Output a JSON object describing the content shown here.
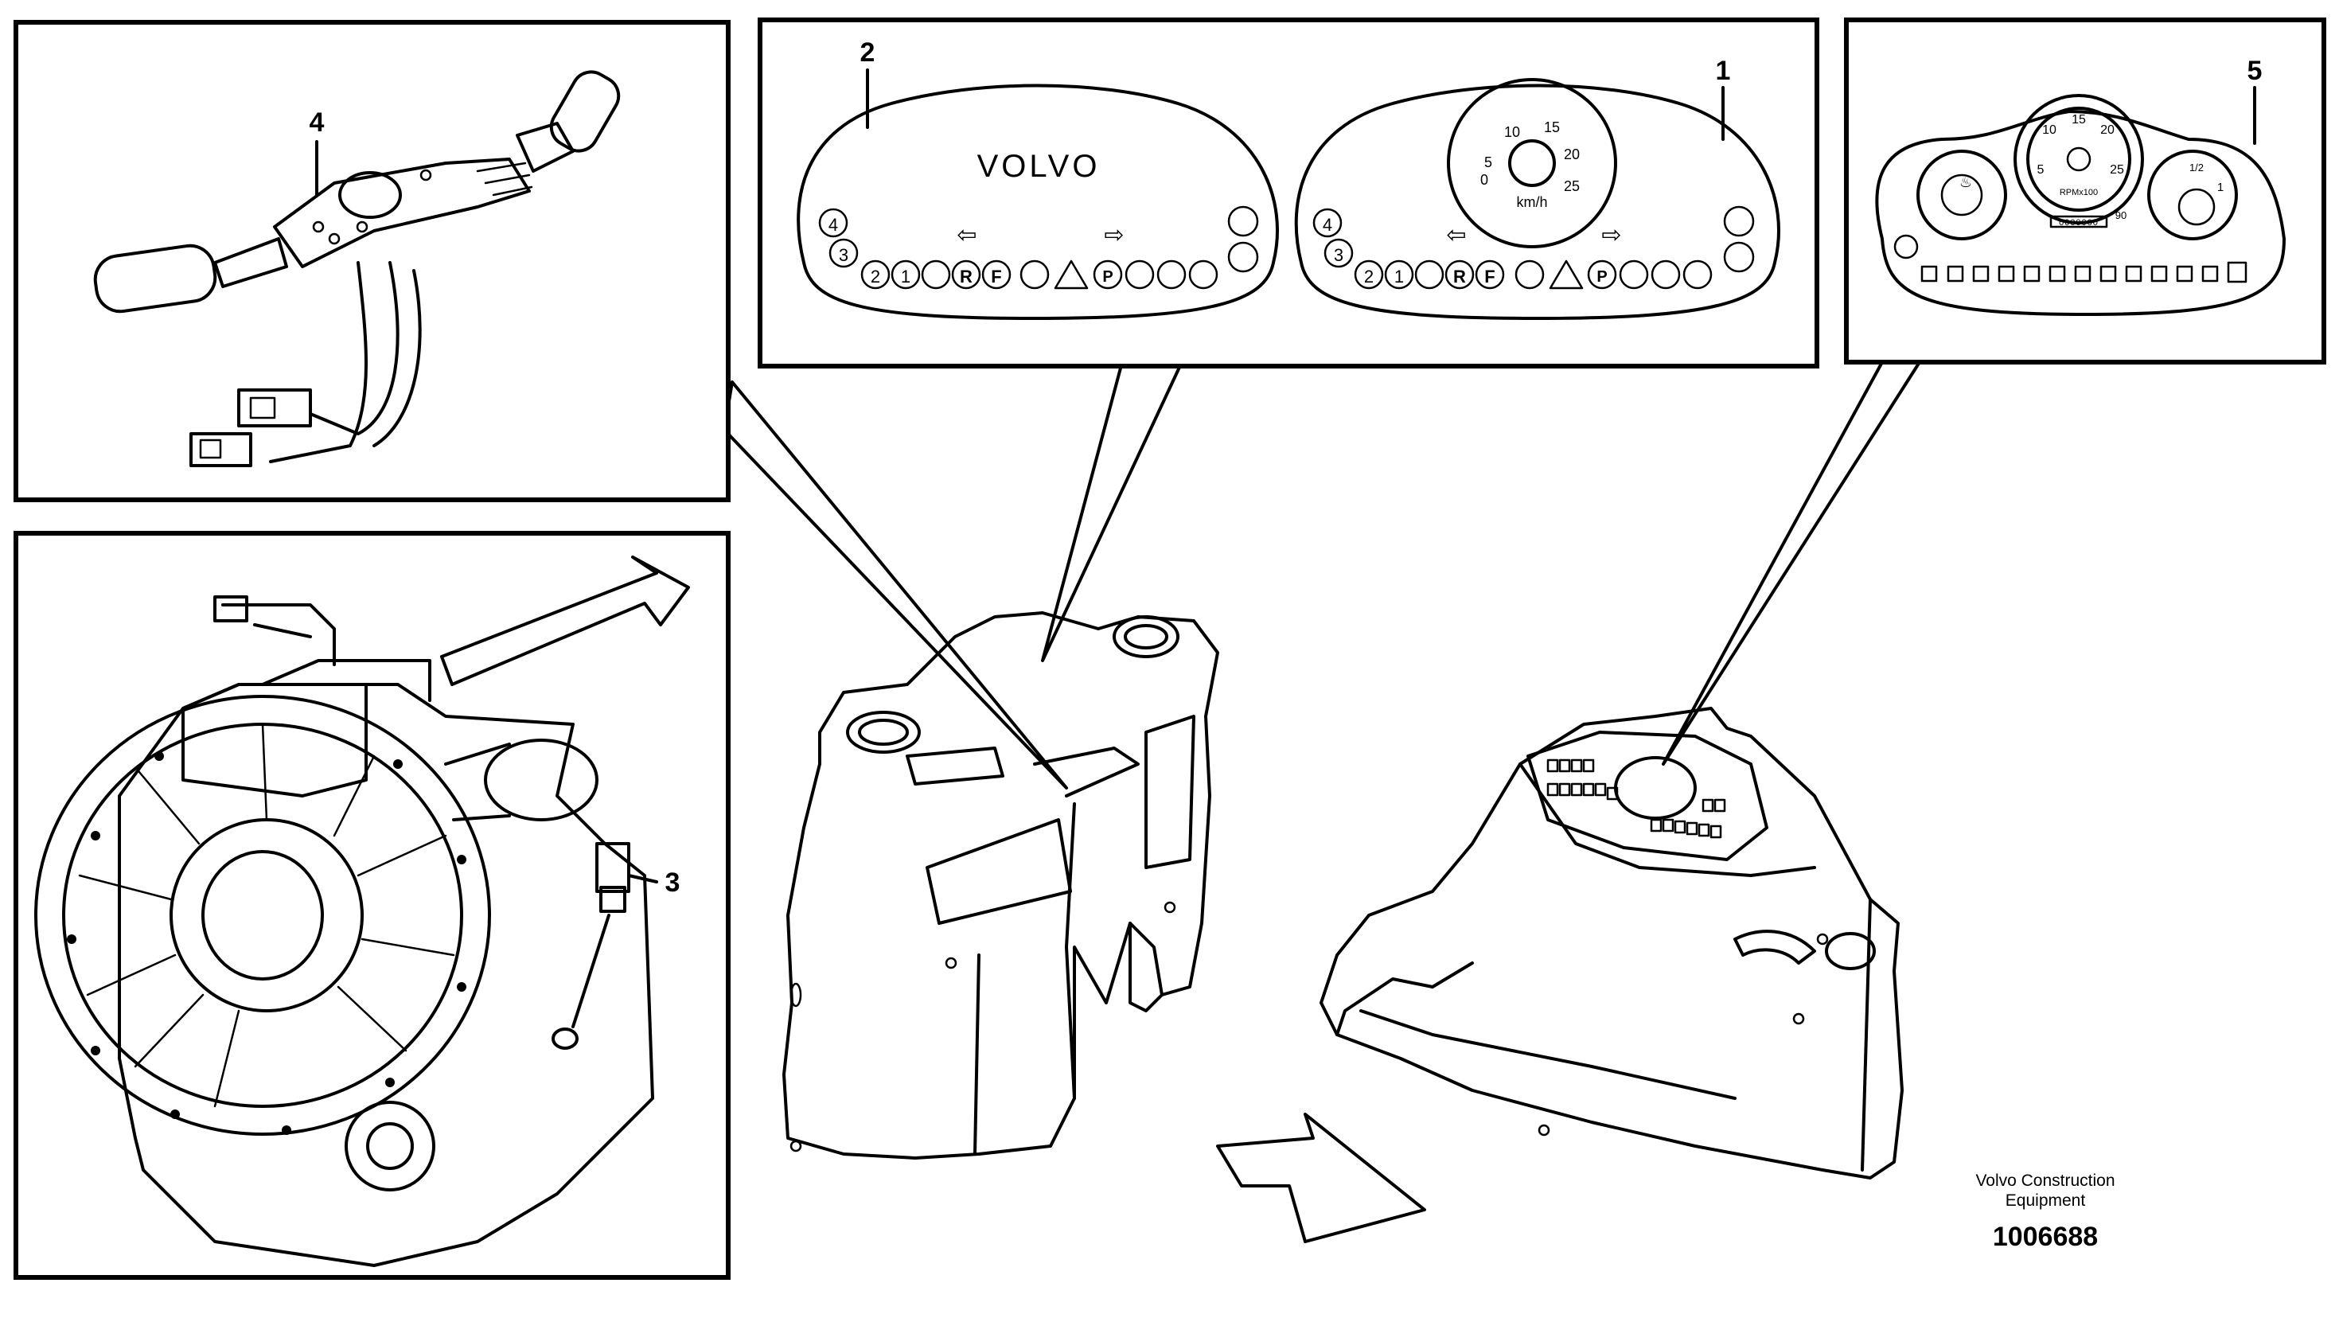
{
  "callouts": {
    "c1": "1",
    "c2": "2",
    "c3": "3",
    "c4": "4",
    "c5": "5"
  },
  "dashboard_small": {
    "brand": "VOLVO",
    "left_markers": [
      "4",
      "3"
    ],
    "row_buttons": [
      "2",
      "1",
      "R",
      "F",
      "P"
    ],
    "speedo_ticks": [
      "0",
      "5",
      "10",
      "15",
      "20",
      "25"
    ],
    "speed_unit": "km/h"
  },
  "dashboard_large": {
    "tacho_ticks": [
      "5",
      "10",
      "15",
      "20",
      "25"
    ],
    "tacho_unit": "RPMx100",
    "side_gauge_marks": [
      "1/2",
      "1",
      "90"
    ],
    "odometer": "0000000"
  },
  "footer": {
    "company_line1": "Volvo Construction",
    "company_line2": "Equipment",
    "doc_number": "1006688"
  },
  "colors": {
    "line": "#000000",
    "panel": "#ffffff",
    "dash_face": "#e6e6e6"
  }
}
